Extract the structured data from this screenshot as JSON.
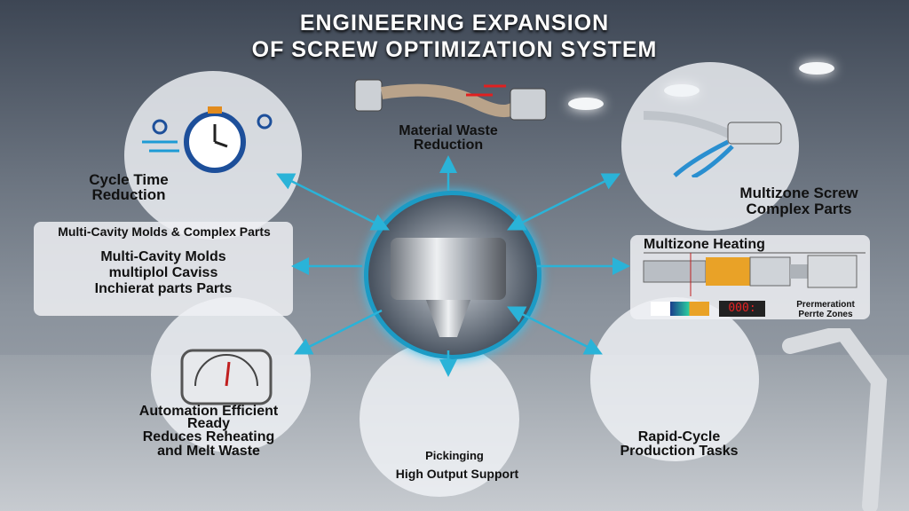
{
  "title": {
    "line1": "ENGINEERING EXPANSION",
    "line2": "OF SCREW OPTIMIZATION SYSTEM"
  },
  "nodes": {
    "cycle_time": {
      "line1": "Cycle Time",
      "line2": "Reduction"
    },
    "material_waste": {
      "line1": "Material Waste",
      "line2": "Reduction"
    },
    "multizone_screw": {
      "line1": "Multizone Screw",
      "line2": "Complex Parts"
    },
    "multi_cavity": {
      "header": "Multi-Cavity Molds & Complex Parts",
      "line1": "Multi-Cavity Molds",
      "line2": "multiplol Caviss",
      "line3": "Inchierat parts Parts"
    },
    "multizone_heating": {
      "title": "Multizone Heating",
      "display": "000:",
      "label1": "Prermerationt",
      "label2": "Perrte Zones"
    },
    "automation": {
      "line1": "Automation Efficient",
      "line2": "Ready",
      "line3": "Reduces Reheating",
      "line4": "and Melt Waste"
    },
    "pickinging": {
      "line1": "Pickinging",
      "line2": "High Output Support"
    },
    "rapid_cycle": {
      "line1": "Rapid-Cycle",
      "line2": "Production Tasks"
    }
  },
  "colors": {
    "accent": "#1c9bc5",
    "arrow": "#2ab3d8",
    "heat": "#e9a227"
  }
}
